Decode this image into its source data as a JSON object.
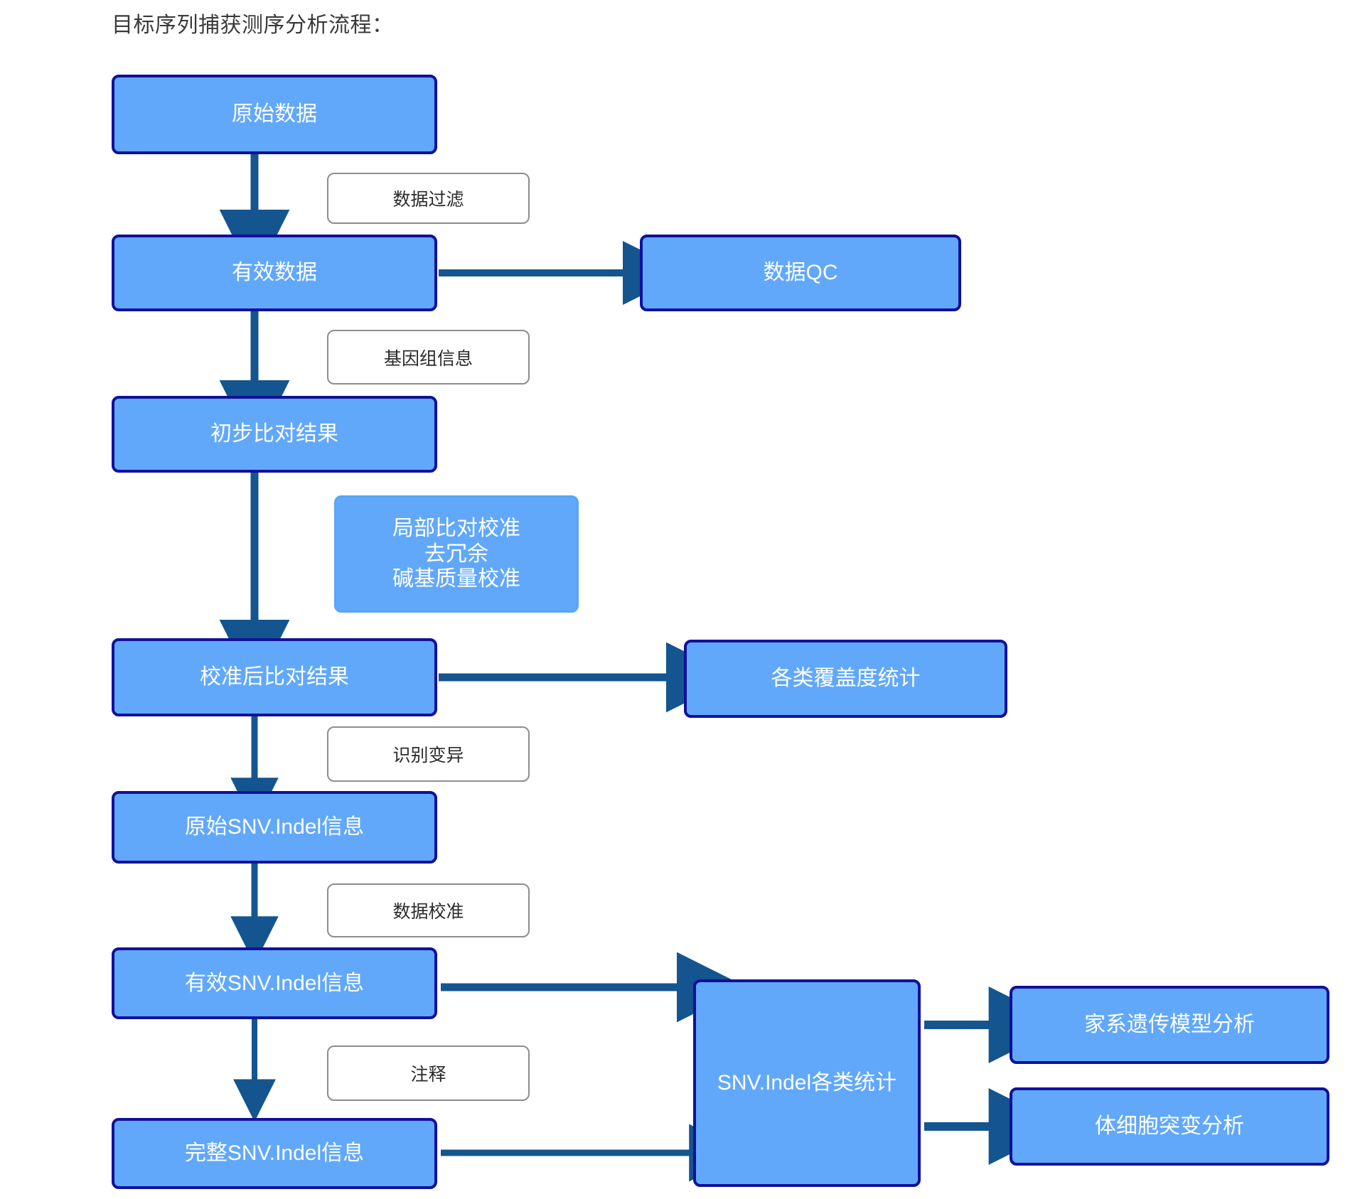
{
  "title": "目标序列捕获测序分析流程：",
  "colors": {
    "node_fill": "#61a8fb",
    "node_border": "#10109c",
    "node_border_light": "#59a6f5",
    "node_text": "#ffffff",
    "label_fill": "#ffffff",
    "label_border": "#8d8d8d",
    "label_text": "#2b2b2b",
    "arrow": "#14558f",
    "title_text": "#3a3a3a",
    "background": "#ffffff"
  },
  "nodes": {
    "raw_data": "原始数据",
    "valid_data": "有效数据",
    "data_qc": "数据QC",
    "initial_alignment": "初步比对结果",
    "realign_block": "局部比对校准\n去冗余\n碱基质量校准",
    "calibrated_alignment": "校准后比对结果",
    "coverage_stats": "各类覆盖度统计",
    "raw_snv_indel": "原始SNV.Indel信息",
    "valid_snv_indel": "有效SNV.Indel信息",
    "complete_snv_indel": "完整SNV.Indel信息",
    "snv_indel_stats": "SNV.Indel各类统计",
    "pedigree_analysis": "家系遗传模型分析",
    "somatic_analysis": "体细胞突变分析"
  },
  "edge_labels": {
    "data_filter": "数据过滤",
    "genome_info": "基因组信息",
    "variant_calling": "识别变异",
    "data_calibration": "数据校准",
    "annotation": "注释"
  }
}
